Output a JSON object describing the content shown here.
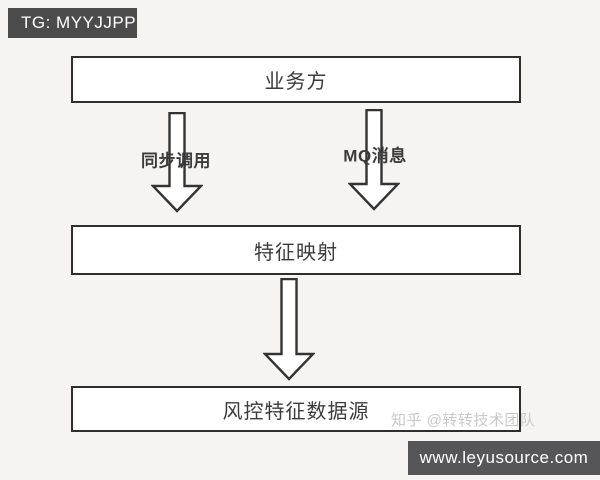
{
  "badges": {
    "top_left": "TG: MYYJJPP",
    "bottom_right": "www.leyusource.com"
  },
  "diagram": {
    "nodes": [
      {
        "id": "business",
        "label": "业务方"
      },
      {
        "id": "feature-mapping",
        "label": "特征映射"
      },
      {
        "id": "risk-datasource",
        "label": "风控特征数据源"
      }
    ],
    "edges": [
      {
        "from": "业务方",
        "to": "特征映射",
        "label": "同步调用"
      },
      {
        "from": "业务方",
        "to": "特征映射",
        "label": "MQ消息"
      },
      {
        "from": "特征映射",
        "to": "风控特征数据源",
        "label": ""
      }
    ]
  },
  "watermark": "知乎 @转转技术团队",
  "colors": {
    "background": "#f5f4f2",
    "node_fill": "#ffffff",
    "node_border": "#2e2e2e",
    "text": "#3c3c3c",
    "badge_background": "#4b4b4b",
    "badge_text": "#ffffff",
    "watermark_text": "#c9c9c9"
  }
}
